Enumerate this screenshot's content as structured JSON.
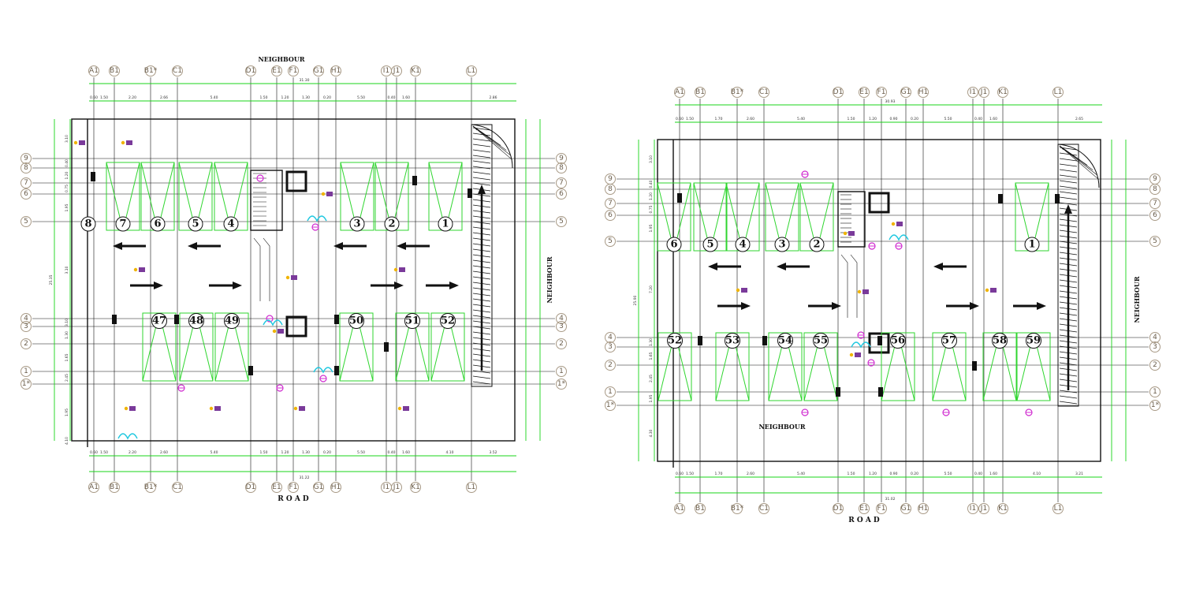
{
  "colors": {
    "grid_line": "#111111",
    "dimension_line": "#18d418",
    "parking_bay": "#2fd62f",
    "column_bubble": "#a89a86",
    "fixture_magenta": "#d02cd0",
    "fixture_cyan": "#20c8e0",
    "fixture_yellow": "#f0b400",
    "fixture_purple": "#7a3a9a"
  },
  "plans": [
    {
      "id": "left",
      "top_label": "NEIGHBOUR",
      "right_label": "NEIGHBOUR",
      "bottom_label": "R O A D",
      "col_labels": [
        "A1",
        "B1",
        "B1*",
        "C1",
        "D1",
        "E1",
        "F1",
        "G1",
        "H1",
        "I1",
        "J1",
        "K1",
        "L1"
      ],
      "row_labels": [
        "9",
        "8",
        "7",
        "6",
        "5",
        "4",
        "3",
        "2",
        "1",
        "1*"
      ],
      "top_dims": [
        "0.60",
        "1.50",
        "2.20",
        "2.66",
        "5.40",
        "1.50",
        "1.20",
        "1.30",
        "0.20",
        "5.50",
        "0.40",
        "1.60",
        "2.86"
      ],
      "top_total": "31.30",
      "bottom_dims": [
        "0.60",
        "1.50",
        "2.20",
        "2.60",
        "5.40",
        "1.50",
        "1.20",
        "1.30",
        "0.20",
        "5.50",
        "0.40",
        "1.60",
        "4.10",
        "3.52"
      ],
      "bottom_total": "31.22",
      "left_dims": [
        "3.10",
        "0.40",
        "1.20",
        "0.75",
        "1.95",
        "3.10",
        "3.10",
        "1.30",
        "1.65",
        "2.45",
        "1.95",
        "4.10"
      ],
      "left_total": "25.35",
      "slots_top": [
        "8",
        "7",
        "6",
        "5",
        "4",
        "3",
        "2",
        "1"
      ],
      "slots_bottom": [
        "47",
        "48",
        "49",
        "50",
        "51",
        "52"
      ]
    },
    {
      "id": "right",
      "inner_label": "NEIGHBOUR",
      "right_label": "NEIGHBOUR",
      "bottom_label": "R O A D",
      "col_labels": [
        "A1",
        "B1",
        "B1*",
        "C1",
        "D1",
        "E1",
        "F1",
        "G1",
        "H1",
        "I1",
        "J1",
        "K1",
        "L1"
      ],
      "row_labels": [
        "9",
        "8",
        "7",
        "6",
        "5",
        "4",
        "3",
        "2",
        "1",
        "1*"
      ],
      "top_dims": [
        "0.60",
        "1.50",
        "1.70",
        "2.60",
        "5.40",
        "1.50",
        "1.20",
        "0.90",
        "0.20",
        "5.50",
        "0.40",
        "1.60",
        "2.65"
      ],
      "top_total": "30.93",
      "bottom_dims": [
        "0.60",
        "1.50",
        "1.70",
        "2.60",
        "5.40",
        "1.50",
        "1.20",
        "0.90",
        "0.20",
        "5.50",
        "0.40",
        "1.60",
        "4.10",
        "3.21"
      ],
      "bottom_total": "31.02",
      "left_dims": [
        "3.10",
        "0.40",
        "1.20",
        "0.75",
        "1.95",
        "7.20",
        "1.30",
        "1.65",
        "2.45",
        "1.95",
        "4.30"
      ],
      "left_total": "25.90",
      "slots_top": [
        "6",
        "5",
        "4",
        "3",
        "2",
        "1"
      ],
      "slots_bottom": [
        "52",
        "53",
        "54",
        "55",
        "56",
        "57",
        "58",
        "59"
      ]
    }
  ]
}
